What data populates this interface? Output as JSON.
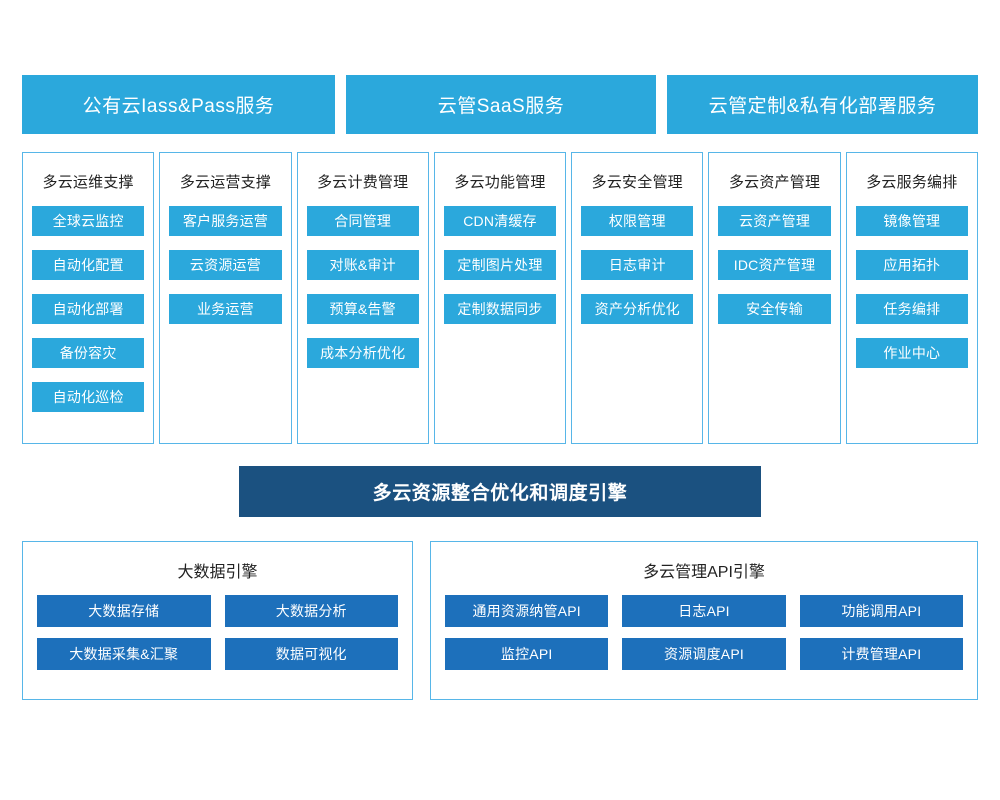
{
  "colors": {
    "header_blue": "#2ba8dc",
    "chip_blue": "#2ba8dc",
    "banner_dark_blue": "#1b5180",
    "bottom_chip_blue": "#1d70bb",
    "border_blue": "#57b6e8",
    "background": "#ffffff",
    "title_text": "#222222"
  },
  "headers": [
    {
      "label": "公有云Iass&Pass服务"
    },
    {
      "label": "云管SaaS服务"
    },
    {
      "label": "云管定制&私有化部署服务"
    }
  ],
  "columns": [
    {
      "title": "多云运维支撑",
      "items": [
        "全球云监控",
        "自动化配置",
        "自动化部署",
        "备份容灾",
        "自动化巡检"
      ]
    },
    {
      "title": "多云运营支撑",
      "items": [
        "客户服务运营",
        "云资源运营",
        "业务运营"
      ]
    },
    {
      "title": "多云计费管理",
      "items": [
        "合同管理",
        "对账&审计",
        "预算&告警",
        "成本分析优化"
      ]
    },
    {
      "title": "多云功能管理",
      "items": [
        "CDN清缓存",
        "定制图片处理",
        "定制数据同步"
      ]
    },
    {
      "title": "多云安全管理",
      "items": [
        "权限管理",
        "日志审计",
        "资产分析优化"
      ]
    },
    {
      "title": "多云资产管理",
      "items": [
        "云资产管理",
        "IDC资产管理",
        "安全传输"
      ]
    },
    {
      "title": "多云服务编排",
      "items": [
        "镜像管理",
        "应用拓扑",
        "任务编排",
        "作业中心"
      ]
    }
  ],
  "banner": {
    "label": "多云资源整合优化和调度引擎"
  },
  "bottom_panels": [
    {
      "title": "大数据引擎",
      "items": [
        "大数据存储",
        "大数据分析",
        "大数据采集&汇聚",
        "数据可视化"
      ]
    },
    {
      "title": "多云管理API引擎",
      "items": [
        "通用资源纳管API",
        "日志API",
        "功能调用API",
        "监控API",
        "资源调度API",
        "计费管理API"
      ]
    }
  ]
}
